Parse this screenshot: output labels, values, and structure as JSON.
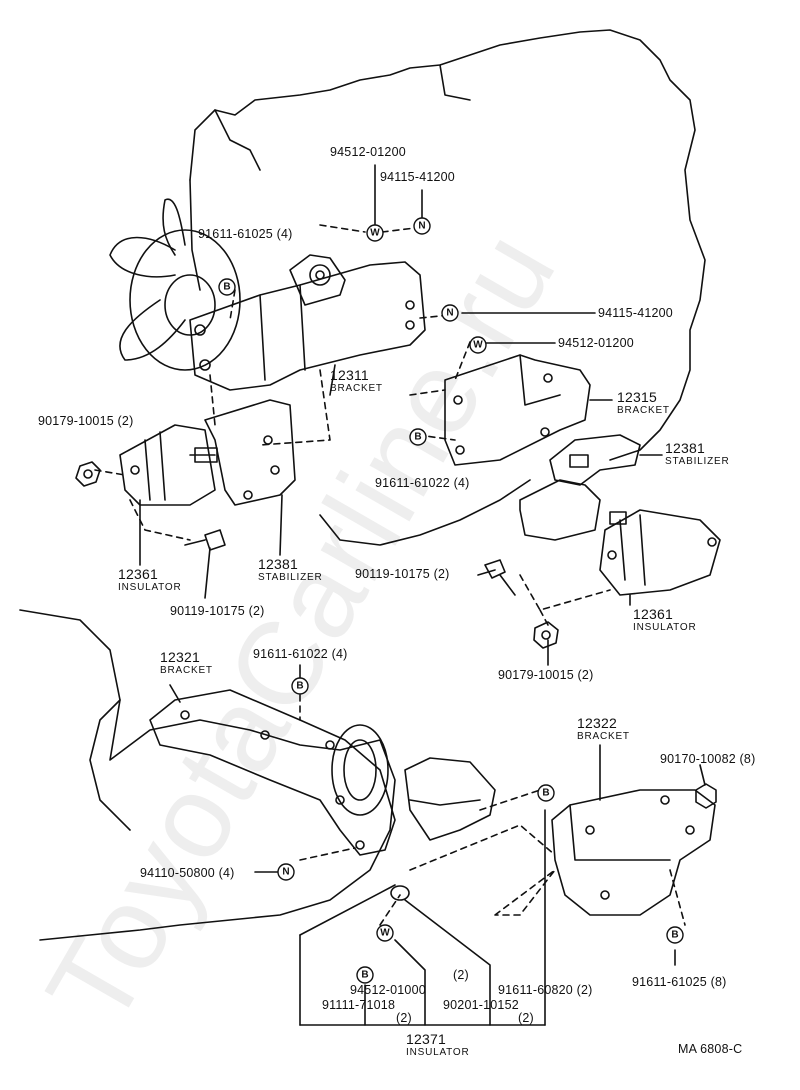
{
  "watermark": "ToyotaCarline.ru",
  "diagram_code": "MA 6808-C",
  "symbols": {
    "washer": "W",
    "nut": "N",
    "bolt": "B"
  },
  "labels": {
    "p94512_01200_top": "94512-01200",
    "p94115_41200_top": "94115-41200",
    "p91611_61025_4": "91611-61025 (4)",
    "p94115_41200_right": "94115-41200",
    "p94512_01200_right": "94512-01200",
    "p12311": "12311",
    "p12311_sub": "BRACKET",
    "p12315": "12315",
    "p12315_sub": "BRACKET",
    "p90179_10015_top": "90179-10015 (2)",
    "p91611_61022_mid": "91611-61022 (4)",
    "p12381_right": "12381",
    "p12381_right_sub": "STABILIZER",
    "p12381_left": "12381",
    "p12381_left_sub": "STABILIZER",
    "p12361_left": "12361",
    "p12361_left_sub": "INSULATOR",
    "p90119_10175_left": "90119-10175 (2)",
    "p90119_10175_right": "90119-10175 (2)",
    "p12361_right": "12361",
    "p12361_right_sub": "INSULATOR",
    "p90179_10015_bottom": "90179-10015 (2)",
    "p12321": "12321",
    "p12321_sub": "BRACKET",
    "p91611_61022_low": "91611-61022 (4)",
    "p12322": "12322",
    "p12322_sub": "BRACKET",
    "p90170_10082": "90170-10082 (8)",
    "p94110_50800": "94110-50800 (4)",
    "qty_2_a": "(2)",
    "p94512_01000": "94512-01000",
    "p90201_10152": "90201-10152",
    "p91611_60820": "91611-60820 (2)",
    "p91111_71018": "91111-71018",
    "qty_2_b": "(2)",
    "qty_2_c": "(2)",
    "p12371": "12371",
    "p12371_sub": "INSULATOR",
    "p91611_61025_8": "91611-61025 (8)"
  }
}
